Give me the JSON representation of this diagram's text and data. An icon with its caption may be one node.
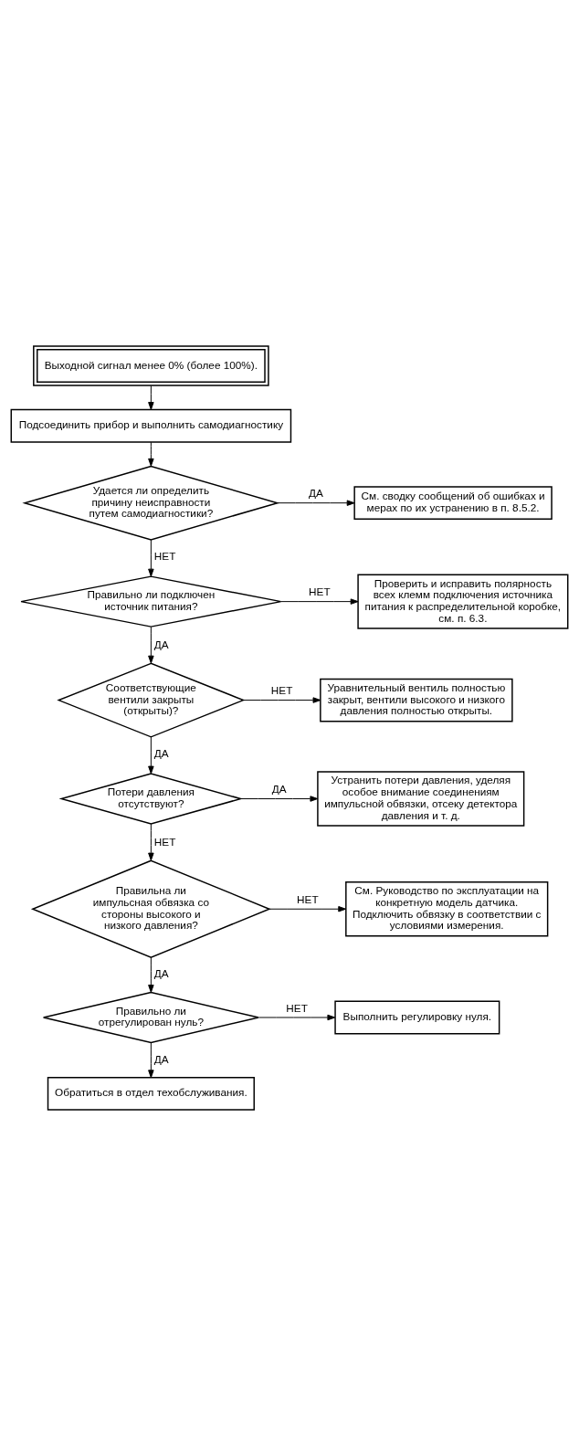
{
  "diagram": {
    "nodes": [
      {
        "text": [
          "Выходной сигнал менее 0% (более 100%)."
        ]
      },
      {
        "text": [
          "Подсоединить прибор и выполнить самодиагностику"
        ]
      },
      {
        "text": [
          "Удается ли определить причину неисправности путем самодиагностики?"
        ]
      },
      {
        "text": [
          "См. сводку сообщений об ошибках и мерах по их устранению в п. 8.5.2."
        ]
      },
      {
        "text": [
          "Правильно ли подключен источник питания?"
        ]
      },
      {
        "text": [
          "Проверить и исправить полярность всех клемм подключения источника питания к распределительной коробке, см. п. 6.3."
        ]
      },
      {
        "text": [
          "Соответствующие вентили закрыты (открыты)?"
        ]
      },
      {
        "text": [
          "Уравнительный вентиль полностью закрыт, вентили высокого и низкого давления полностью открыты."
        ]
      },
      {
        "text": [
          "Потери давления отсутствуют?"
        ]
      },
      {
        "text": [
          "Устранить потери давления, уделяя особое внимание соединениям импульсной обвязки, отсеку детектора давления и т. д."
        ]
      },
      {
        "text": [
          "Правильна ли импульсная обвязка со стороны высокого и низкого давления?"
        ]
      },
      {
        "text": [
          "См. Руководство по эксплуатации на конкретную модель датчика. Подключить обвязку в соответствии с условиями измерения."
        ]
      },
      {
        "text": [
          "Правильно ли отрегулирован нуль?"
        ]
      },
      {
        "text": [
          "Выполнить регулировку нуля."
        ]
      },
      {
        "text": [
          "Обратиться в отдел техобслуживания."
        ]
      }
    ],
    "edges": [
      {
        "from": 0,
        "to": 1,
        "arrow": "to"
      },
      {
        "from": 1,
        "to": 2,
        "arrow": "to"
      },
      {
        "from": 2,
        "to": 3,
        "arrow": "to",
        "label": "ДА"
      },
      {
        "from": 2,
        "to": 4,
        "arrow": "to",
        "label": "НЕТ"
      },
      {
        "from": 4,
        "to": 5,
        "arrow": "to",
        "label": "НЕТ"
      },
      {
        "from": 4,
        "to": 6,
        "arrow": "to",
        "label": "ДА"
      },
      {
        "from": 6,
        "to": 7,
        "arrow": "to",
        "label": "НЕТ"
      },
      {
        "from": 6,
        "to": 8,
        "arrow": "to",
        "label": "ДА"
      },
      {
        "from": 8,
        "to": 9,
        "arrow": "to",
        "label": "ДА"
      },
      {
        "from": 8,
        "to": 10,
        "arrow": "to",
        "label": "НЕТ"
      },
      {
        "from": 10,
        "to": 11,
        "arrow": "to",
        "label": "НЕТ"
      },
      {
        "from": 10,
        "to": 12,
        "arrow": "to",
        "label": "ДА"
      },
      {
        "from": 12,
        "to": 13,
        "arrow": "to",
        "label": "НЕТ"
      },
      {
        "from": 12,
        "to": 14,
        "arrow": "to",
        "label": "ДА"
      }
    ]
  }
}
